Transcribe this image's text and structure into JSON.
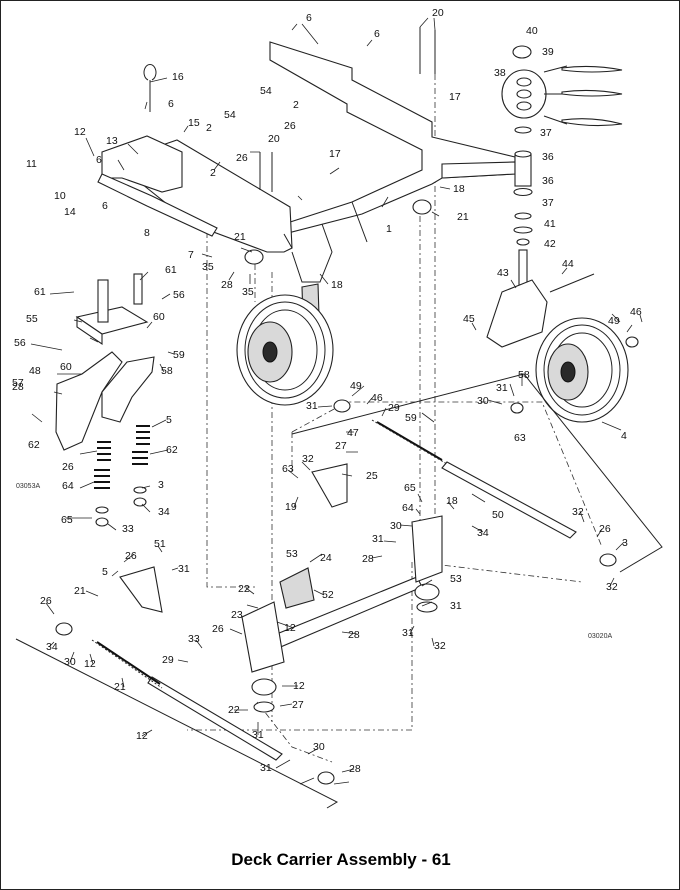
{
  "caption": "Deck Carrier Assembly - 61",
  "drawing_codes": [
    "03053A",
    "03020A"
  ],
  "callouts": [
    {
      "id": "c-20a",
      "n": "20"
    },
    {
      "id": "c-40",
      "n": "40"
    },
    {
      "id": "c-6a",
      "n": "6"
    },
    {
      "id": "c-6b",
      "n": "6"
    },
    {
      "id": "c-39",
      "n": "39"
    },
    {
      "id": "c-16",
      "n": "16"
    },
    {
      "id": "c-38",
      "n": "38"
    },
    {
      "id": "c-17a",
      "n": "17"
    },
    {
      "id": "c-54",
      "n": "54"
    },
    {
      "id": "c-2a",
      "n": "2"
    },
    {
      "id": "c-26a",
      "n": "26"
    },
    {
      "id": "c-6c",
      "n": "6"
    },
    {
      "id": "c-15",
      "n": "15"
    },
    {
      "id": "c-12a",
      "n": "12"
    },
    {
      "id": "c-2b",
      "n": "2"
    },
    {
      "id": "c-54b",
      "n": "54"
    },
    {
      "id": "c-37a",
      "n": "37"
    },
    {
      "id": "c-13",
      "n": "13"
    },
    {
      "id": "c-26b",
      "n": "26"
    },
    {
      "id": "c-20b",
      "n": "20"
    },
    {
      "id": "c-36a",
      "n": "36"
    },
    {
      "id": "c-11",
      "n": "11"
    },
    {
      "id": "c-6d",
      "n": "6"
    },
    {
      "id": "c-2c",
      "n": "2"
    },
    {
      "id": "c-17b",
      "n": "17"
    },
    {
      "id": "c-36b",
      "n": "36"
    },
    {
      "id": "c-10",
      "n": "10"
    },
    {
      "id": "c-18a",
      "n": "18"
    },
    {
      "id": "c-14",
      "n": "14"
    },
    {
      "id": "c-6e",
      "n": "6"
    },
    {
      "id": "c-8",
      "n": "8"
    },
    {
      "id": "c-1",
      "n": "1"
    },
    {
      "id": "c-37b",
      "n": "37"
    },
    {
      "id": "c-21a",
      "n": "21"
    },
    {
      "id": "c-41",
      "n": "41"
    },
    {
      "id": "c-42",
      "n": "42"
    },
    {
      "id": "c-21b",
      "n": "21"
    },
    {
      "id": "c-7",
      "n": "7"
    },
    {
      "id": "c-35a",
      "n": "35"
    },
    {
      "id": "c-44",
      "n": "44"
    },
    {
      "id": "c-43",
      "n": "43"
    },
    {
      "id": "c-28a",
      "n": "28"
    },
    {
      "id": "c-35b",
      "n": "35"
    },
    {
      "id": "c-18b",
      "n": "18"
    },
    {
      "id": "c-61a",
      "n": "61"
    },
    {
      "id": "c-61b",
      "n": "61"
    },
    {
      "id": "c-56a",
      "n": "56"
    },
    {
      "id": "c-46a",
      "n": "46"
    },
    {
      "id": "c-45",
      "n": "45"
    },
    {
      "id": "c-49a",
      "n": "49"
    },
    {
      "id": "c-55",
      "n": "55"
    },
    {
      "id": "c-60a",
      "n": "60"
    },
    {
      "id": "c-56b",
      "n": "56"
    },
    {
      "id": "c-59a",
      "n": "59"
    },
    {
      "id": "c-60b",
      "n": "60"
    },
    {
      "id": "c-58a",
      "n": "58"
    },
    {
      "id": "c-57",
      "n": "57"
    },
    {
      "id": "c-48",
      "n": "48"
    },
    {
      "id": "c-58b",
      "n": "58"
    },
    {
      "id": "c-28b",
      "n": "28"
    },
    {
      "id": "c-49b",
      "n": "49"
    },
    {
      "id": "c-31a",
      "n": "31"
    },
    {
      "id": "c-31b",
      "n": "31"
    },
    {
      "id": "c-46b",
      "n": "46"
    },
    {
      "id": "c-30a",
      "n": "30"
    },
    {
      "id": "c-29a",
      "n": "29"
    },
    {
      "id": "c-59b",
      "n": "59"
    },
    {
      "id": "c-62a",
      "n": "62"
    },
    {
      "id": "c-5a",
      "n": "5"
    },
    {
      "id": "c-47",
      "n": "47"
    },
    {
      "id": "c-4",
      "n": "4"
    },
    {
      "id": "c-27a",
      "n": "27"
    },
    {
      "id": "c-63a",
      "n": "63"
    },
    {
      "id": "c-62b",
      "n": "62"
    },
    {
      "id": "c-26c",
      "n": "26"
    },
    {
      "id": "c-32a",
      "n": "32"
    },
    {
      "id": "c-25",
      "n": "25"
    },
    {
      "id": "c-63b",
      "n": "63"
    },
    {
      "id": "c-64a",
      "n": "64"
    },
    {
      "id": "c-3a",
      "n": "3"
    },
    {
      "id": "c-19",
      "n": "19"
    },
    {
      "id": "c-65a",
      "n": "65"
    },
    {
      "id": "c-34a",
      "n": "34"
    },
    {
      "id": "c-18c",
      "n": "18"
    },
    {
      "id": "c-64b",
      "n": "64"
    },
    {
      "id": "c-65b",
      "n": "65"
    },
    {
      "id": "c-33a",
      "n": "33"
    },
    {
      "id": "c-50",
      "n": "50"
    },
    {
      "id": "c-30b",
      "n": "30"
    },
    {
      "id": "c-32b",
      "n": "32"
    },
    {
      "id": "c-34b",
      "n": "34"
    },
    {
      "id": "c-31c",
      "n": "31"
    },
    {
      "id": "c-26d",
      "n": "26"
    },
    {
      "id": "c-28c",
      "n": "28"
    },
    {
      "id": "c-3b",
      "n": "3"
    },
    {
      "id": "c-51",
      "n": "51"
    },
    {
      "id": "c-53a",
      "n": "53"
    },
    {
      "id": "c-24",
      "n": "24"
    },
    {
      "id": "c-26e",
      "n": "26"
    },
    {
      "id": "c-31d",
      "n": "31"
    },
    {
      "id": "c-32c",
      "n": "32"
    },
    {
      "id": "c-5b",
      "n": "5"
    },
    {
      "id": "c-21c",
      "n": "21"
    },
    {
      "id": "c-53b",
      "n": "53"
    },
    {
      "id": "c-52",
      "n": "52"
    },
    {
      "id": "c-22a",
      "n": "22"
    },
    {
      "id": "c-31e",
      "n": "31"
    },
    {
      "id": "c-26f",
      "n": "26"
    },
    {
      "id": "c-23",
      "n": "23"
    },
    {
      "id": "c-28d",
      "n": "28"
    },
    {
      "id": "c-34c",
      "n": "34"
    },
    {
      "id": "c-26g",
      "n": "26"
    },
    {
      "id": "c-12b",
      "n": "12"
    },
    {
      "id": "c-31f",
      "n": "31"
    },
    {
      "id": "c-30c",
      "n": "30"
    },
    {
      "id": "c-12c",
      "n": "12"
    },
    {
      "id": "c-32d",
      "n": "32"
    },
    {
      "id": "c-33b",
      "n": "33"
    },
    {
      "id": "c-29b",
      "n": "29"
    },
    {
      "id": "c-21d",
      "n": "21"
    },
    {
      "id": "c-12d",
      "n": "12"
    },
    {
      "id": "c-22b",
      "n": "22"
    },
    {
      "id": "c-27b",
      "n": "27"
    },
    {
      "id": "c-12e",
      "n": "12"
    },
    {
      "id": "c-31g",
      "n": "31"
    },
    {
      "id": "c-30d",
      "n": "30"
    },
    {
      "id": "c-31h",
      "n": "31"
    },
    {
      "id": "c-28e",
      "n": "28"
    }
  ]
}
